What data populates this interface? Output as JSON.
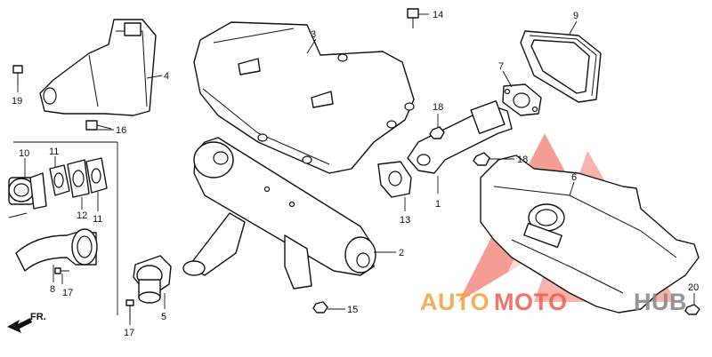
{
  "colors": {
    "line": "#111111",
    "watermark_red": "#ef5b4f",
    "watermark_orange": "#f2a23a",
    "watermark_gray": "#8a8a8a"
  },
  "callouts": {
    "n1": "1",
    "n2": "2",
    "n3": "3",
    "n4": "4",
    "n5": "5",
    "n6": "6",
    "n7": "7",
    "n8": "8",
    "n9": "9",
    "n10": "10",
    "n11a": "11",
    "n11b": "11",
    "n12": "12",
    "n13": "13",
    "n14": "14",
    "n15": "15",
    "n16": "16",
    "n17a": "17",
    "n17b": "17",
    "n18a": "18",
    "n18b": "18",
    "n19": "19",
    "n20": "20"
  },
  "direction_marker": {
    "label": "FR."
  },
  "watermark": {
    "part_auto": "AUTO",
    "part_moto": "MOTO",
    "part_hub": "HUB"
  }
}
